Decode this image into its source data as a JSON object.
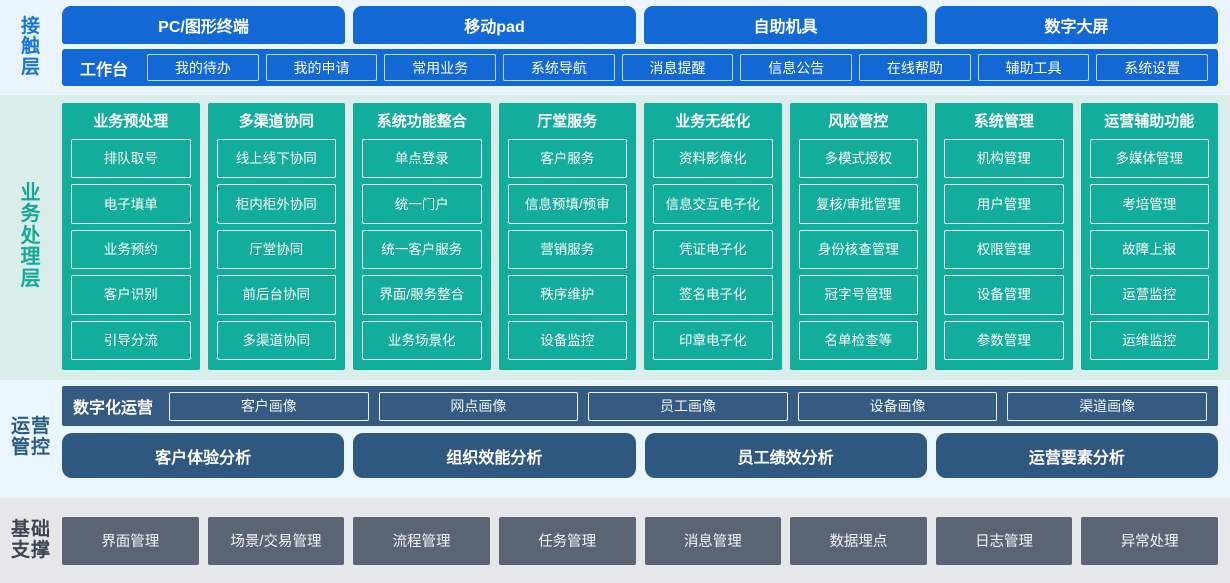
{
  "layers": [
    {
      "key": "contact",
      "label": "接触层",
      "channels": [
        "PC/图形终端",
        "移动pad",
        "自助机具",
        "数字大屏"
      ],
      "workbench_label": "工作台",
      "workbench_items": [
        "我的待办",
        "我的申请",
        "常用业务",
        "系统导航",
        "消息提醒",
        "信息公告",
        "在线帮助",
        "辅助工具",
        "系统设置"
      ],
      "colors": {
        "background": "#eaf4fd",
        "bar": "#1268d4",
        "label_text": "#1877d2"
      }
    },
    {
      "key": "business",
      "label": "业务处理层",
      "colors": {
        "background": "#d9eeea",
        "column": "#13ae9b",
        "label_text": "#14a896"
      },
      "columns": [
        {
          "title": "业务预处理",
          "items": [
            "排队取号",
            "电子填单",
            "业务预约",
            "客户识别",
            "引导分流"
          ]
        },
        {
          "title": "多渠道协同",
          "items": [
            "线上线下协同",
            "柜内柜外协同",
            "厅堂协同",
            "前后台协同",
            "多渠道协同"
          ]
        },
        {
          "title": "系统功能整合",
          "items": [
            "单点登录",
            "统一门户",
            "统一客户服务",
            "界面/服务整合",
            "业务场景化"
          ]
        },
        {
          "title": "厅堂服务",
          "items": [
            "客户服务",
            "信息预填/预审",
            "营销服务",
            "秩序维护",
            "设备监控"
          ]
        },
        {
          "title": "业务无纸化",
          "items": [
            "资料影像化",
            "信息交互电子化",
            "凭证电子化",
            "签名电子化",
            "印章电子化"
          ]
        },
        {
          "title": "风险管控",
          "items": [
            "多模式授权",
            "复核/审批管理",
            "身份核查管理",
            "冠字号管理",
            "名单检查等"
          ]
        },
        {
          "title": "系统管理",
          "items": [
            "机构管理",
            "用户管理",
            "权限管理",
            "设备管理",
            "参数管理"
          ]
        },
        {
          "title": "运营辅助功能",
          "items": [
            "多媒体管理",
            "考培管理",
            "故障上报",
            "运营监控",
            "运维监控"
          ]
        }
      ]
    },
    {
      "key": "operations",
      "label": "运营管控",
      "digital_label": "数字化运营",
      "portraits": [
        "客户画像",
        "网点画像",
        "员工画像",
        "设备画像",
        "渠道画像"
      ],
      "analyses": [
        "客户体验分析",
        "组织效能分析",
        "员工绩效分析",
        "运营要素分析"
      ],
      "colors": {
        "background": "#eaf6fd",
        "bar": "#355b82",
        "pill": "#2f5880",
        "label_text": "#2c5c84"
      }
    },
    {
      "key": "foundation",
      "label": "基础支撑",
      "items": [
        "界面管理",
        "场景/交易管理",
        "流程管理",
        "任务管理",
        "消息管理",
        "数据埋点",
        "日志管理",
        "异常处理"
      ],
      "colors": {
        "background": "#e6e7ea",
        "tile": "#5b6472",
        "label_text": "#3b4450"
      }
    }
  ]
}
